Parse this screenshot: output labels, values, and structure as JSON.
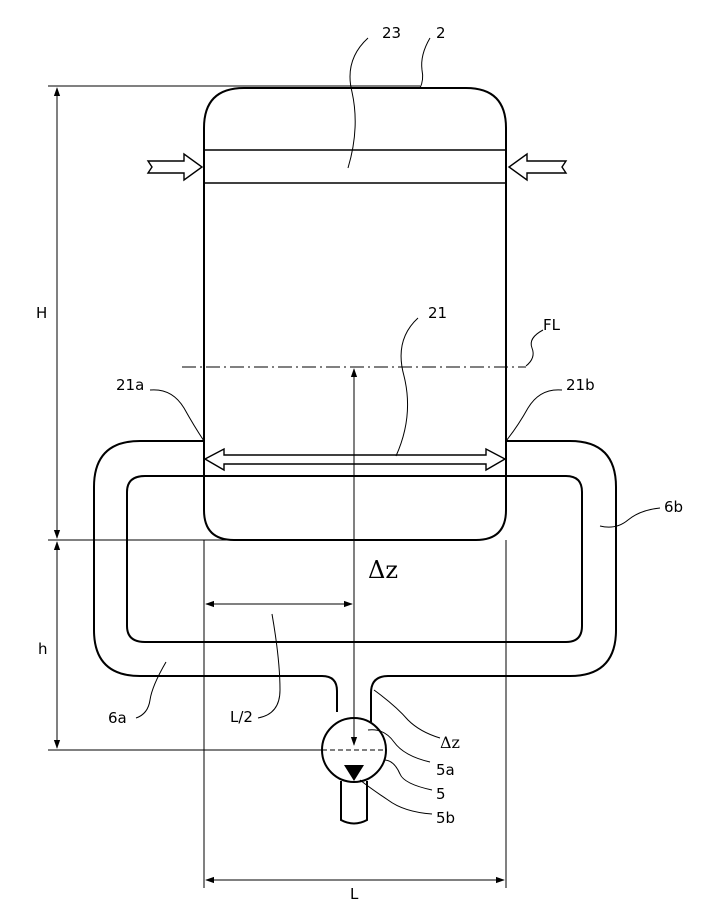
{
  "labels": {
    "ref_23": "23",
    "ref_2": "2",
    "ref_21": "21",
    "ref_FL": "FL",
    "ref_21a": "21a",
    "ref_21b": "21b",
    "ref_6b": "6b",
    "ref_6a": "6a",
    "ref_5a": "5a",
    "ref_5": "5",
    "ref_5b": "5b",
    "dim_H": "H",
    "dim_h": "h",
    "dim_dz_big": "Δz",
    "dim_dz_small": "Δz",
    "dim_L2": "L/2",
    "dim_L": "L"
  }
}
